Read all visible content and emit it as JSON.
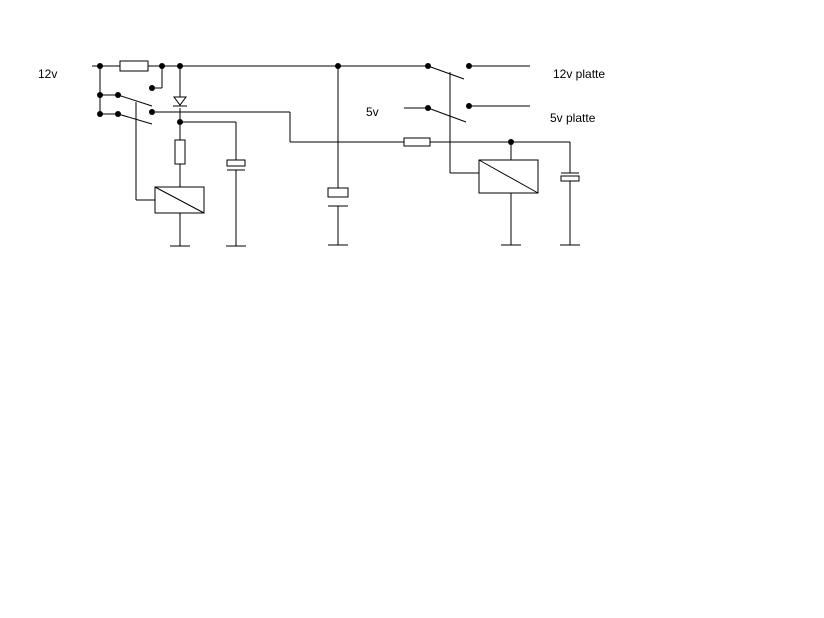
{
  "labels": {
    "input_12v": "12v",
    "input_5v": "5v",
    "output_12v": "12v platte",
    "output_5v": "5v platte"
  },
  "colors": {
    "background": "#ffffff",
    "line": "#000000"
  }
}
